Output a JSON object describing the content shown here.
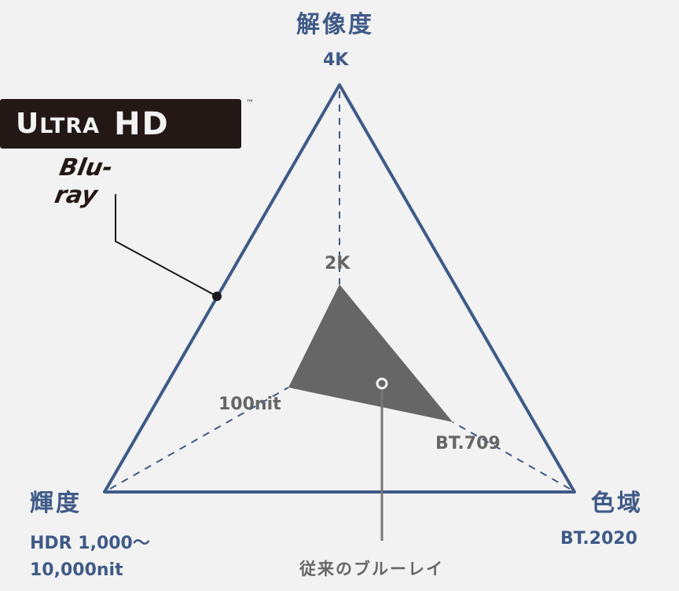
{
  "diagram": {
    "axes": {
      "resolution": {
        "title": "解像度",
        "max_value": "4K",
        "legacy_value": "2K"
      },
      "brightness": {
        "title": "輝度",
        "max_value_line1": "HDR 1,000～",
        "max_value_line2": "10,000nit",
        "legacy_value": "100nit"
      },
      "color_gamut": {
        "title": "色域",
        "max_value": "BT.2020",
        "legacy_value": "BT.709"
      }
    },
    "logo": {
      "ultra_first": "U",
      "ultra_rest": "LTRA",
      "hd": "HD",
      "trademark": "™",
      "sub": "Blu-ray"
    },
    "legacy_label": "従来のブルーレイ",
    "colors": {
      "outer_triangle": "#3f5a87",
      "inner_triangle": "#666666",
      "callout_line": "#1a1a1a",
      "background": "#f2f2f2"
    }
  },
  "chart_data": {
    "type": "radar",
    "title": "",
    "axes": [
      "解像度",
      "色域",
      "輝度"
    ],
    "series": [
      {
        "name": "Ultra HD Blu-ray",
        "values": [
          "4K",
          "BT.2020",
          "HDR 1,000～10,000nit"
        ],
        "normalized": [
          1.0,
          1.0,
          1.0
        ]
      },
      {
        "name": "従来のブルーレイ",
        "values": [
          "2K",
          "BT.709",
          "100nit"
        ],
        "normalized": [
          0.41,
          0.4,
          0.29
        ]
      }
    ],
    "grid": false,
    "legend": "callout labels"
  }
}
